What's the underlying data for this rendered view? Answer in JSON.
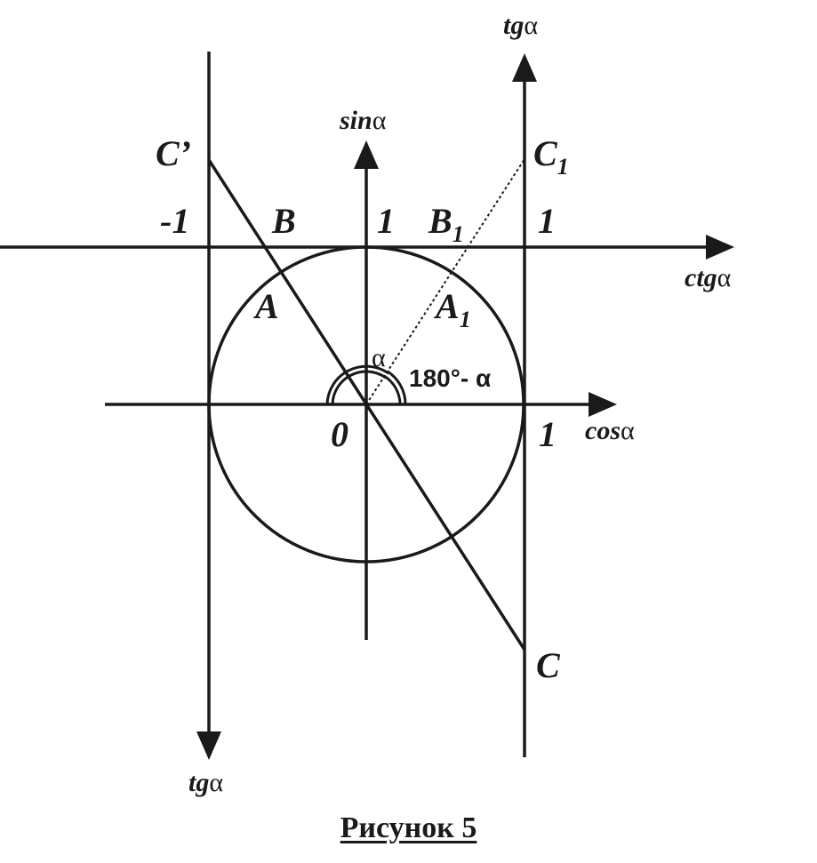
{
  "axes": {
    "sin": {
      "name": "sin",
      "greek": "α"
    },
    "cos": {
      "name": "cos",
      "greek": "α"
    },
    "ctg": {
      "name": "ctg",
      "greek": "α"
    },
    "tg_top": {
      "name": "tg",
      "greek": "α"
    },
    "tg_bottom": {
      "name": "tg",
      "greek": "α"
    }
  },
  "ticks": {
    "minus_one": "-1",
    "one_sin": "1",
    "one_ctg": "1",
    "one_cos": "1",
    "origin": "0"
  },
  "points": {
    "B": "B",
    "B1": "B",
    "B1_sub": "1",
    "A": "A",
    "A1": "A",
    "A1_sub": "1",
    "C_prime": "C’",
    "C1": "C",
    "C1_sub": "1",
    "C": "C"
  },
  "angles": {
    "alpha": "α",
    "supplement": "180°- α"
  },
  "caption": "Рисунок 5",
  "colors": {
    "ink": "#1a1a1a",
    "background": "#ffffff"
  }
}
